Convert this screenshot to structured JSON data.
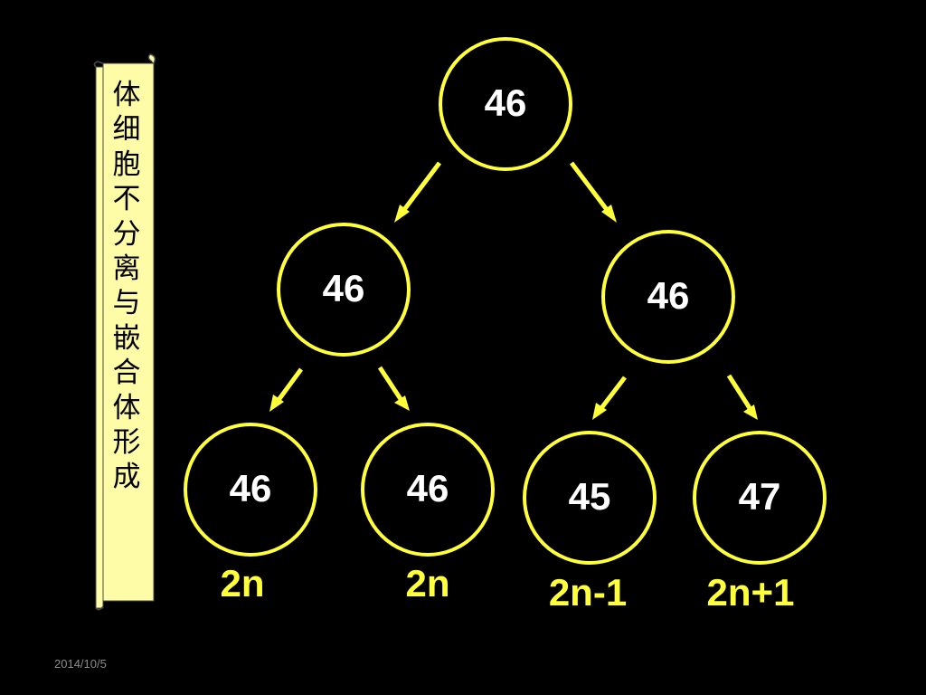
{
  "scroll_title": "体细胞不分离与嵌合体形成",
  "date": "2014/10/5",
  "colors": {
    "background": "#000000",
    "accent": "#ffff3a",
    "node_text": "#ffffff",
    "scroll": "#fffca8"
  },
  "tree": {
    "root": {
      "count": "46"
    },
    "level2": [
      {
        "count": "46"
      },
      {
        "count": "46"
      }
    ],
    "leaves": [
      {
        "count": "46",
        "ploidy": "2n"
      },
      {
        "count": "46",
        "ploidy": "2n"
      },
      {
        "count": "45",
        "ploidy": "2n-1"
      },
      {
        "count": "47",
        "ploidy": "2n+1"
      }
    ]
  }
}
